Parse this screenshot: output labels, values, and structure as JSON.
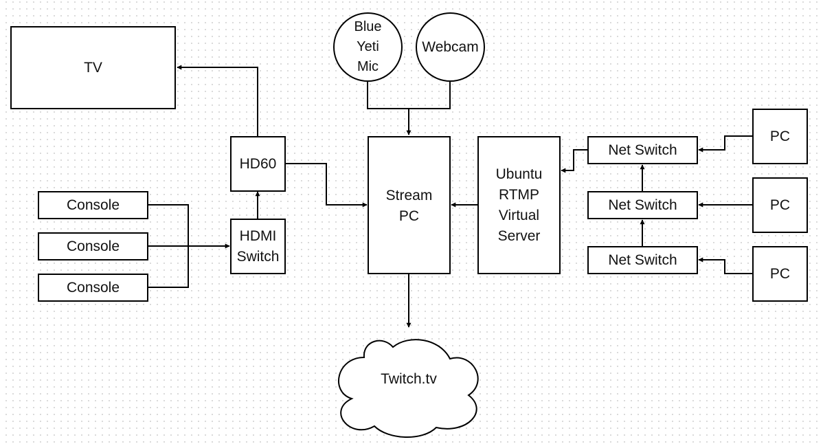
{
  "nodes": {
    "tv": "TV",
    "hd60": "HD60",
    "hdmi_switch": "HDMI\nSwitch",
    "console_1": "Console",
    "console_2": "Console",
    "console_3": "Console",
    "blue_yeti": "Blue\nYeti\nMic",
    "webcam": "Webcam",
    "stream_pc": "Stream\nPC",
    "ubuntu_server": "Ubuntu\nRTMP\nVirtual\nServer",
    "net_switch_1": "Net Switch",
    "net_switch_2": "Net Switch",
    "net_switch_3": "Net Switch",
    "pc_1": "PC",
    "pc_2": "PC",
    "pc_3": "PC",
    "twitch": "Twitch.tv"
  },
  "colors": {
    "stroke": "#000000",
    "background": "#ffffff",
    "grid_dot": "#d0d0d0"
  }
}
